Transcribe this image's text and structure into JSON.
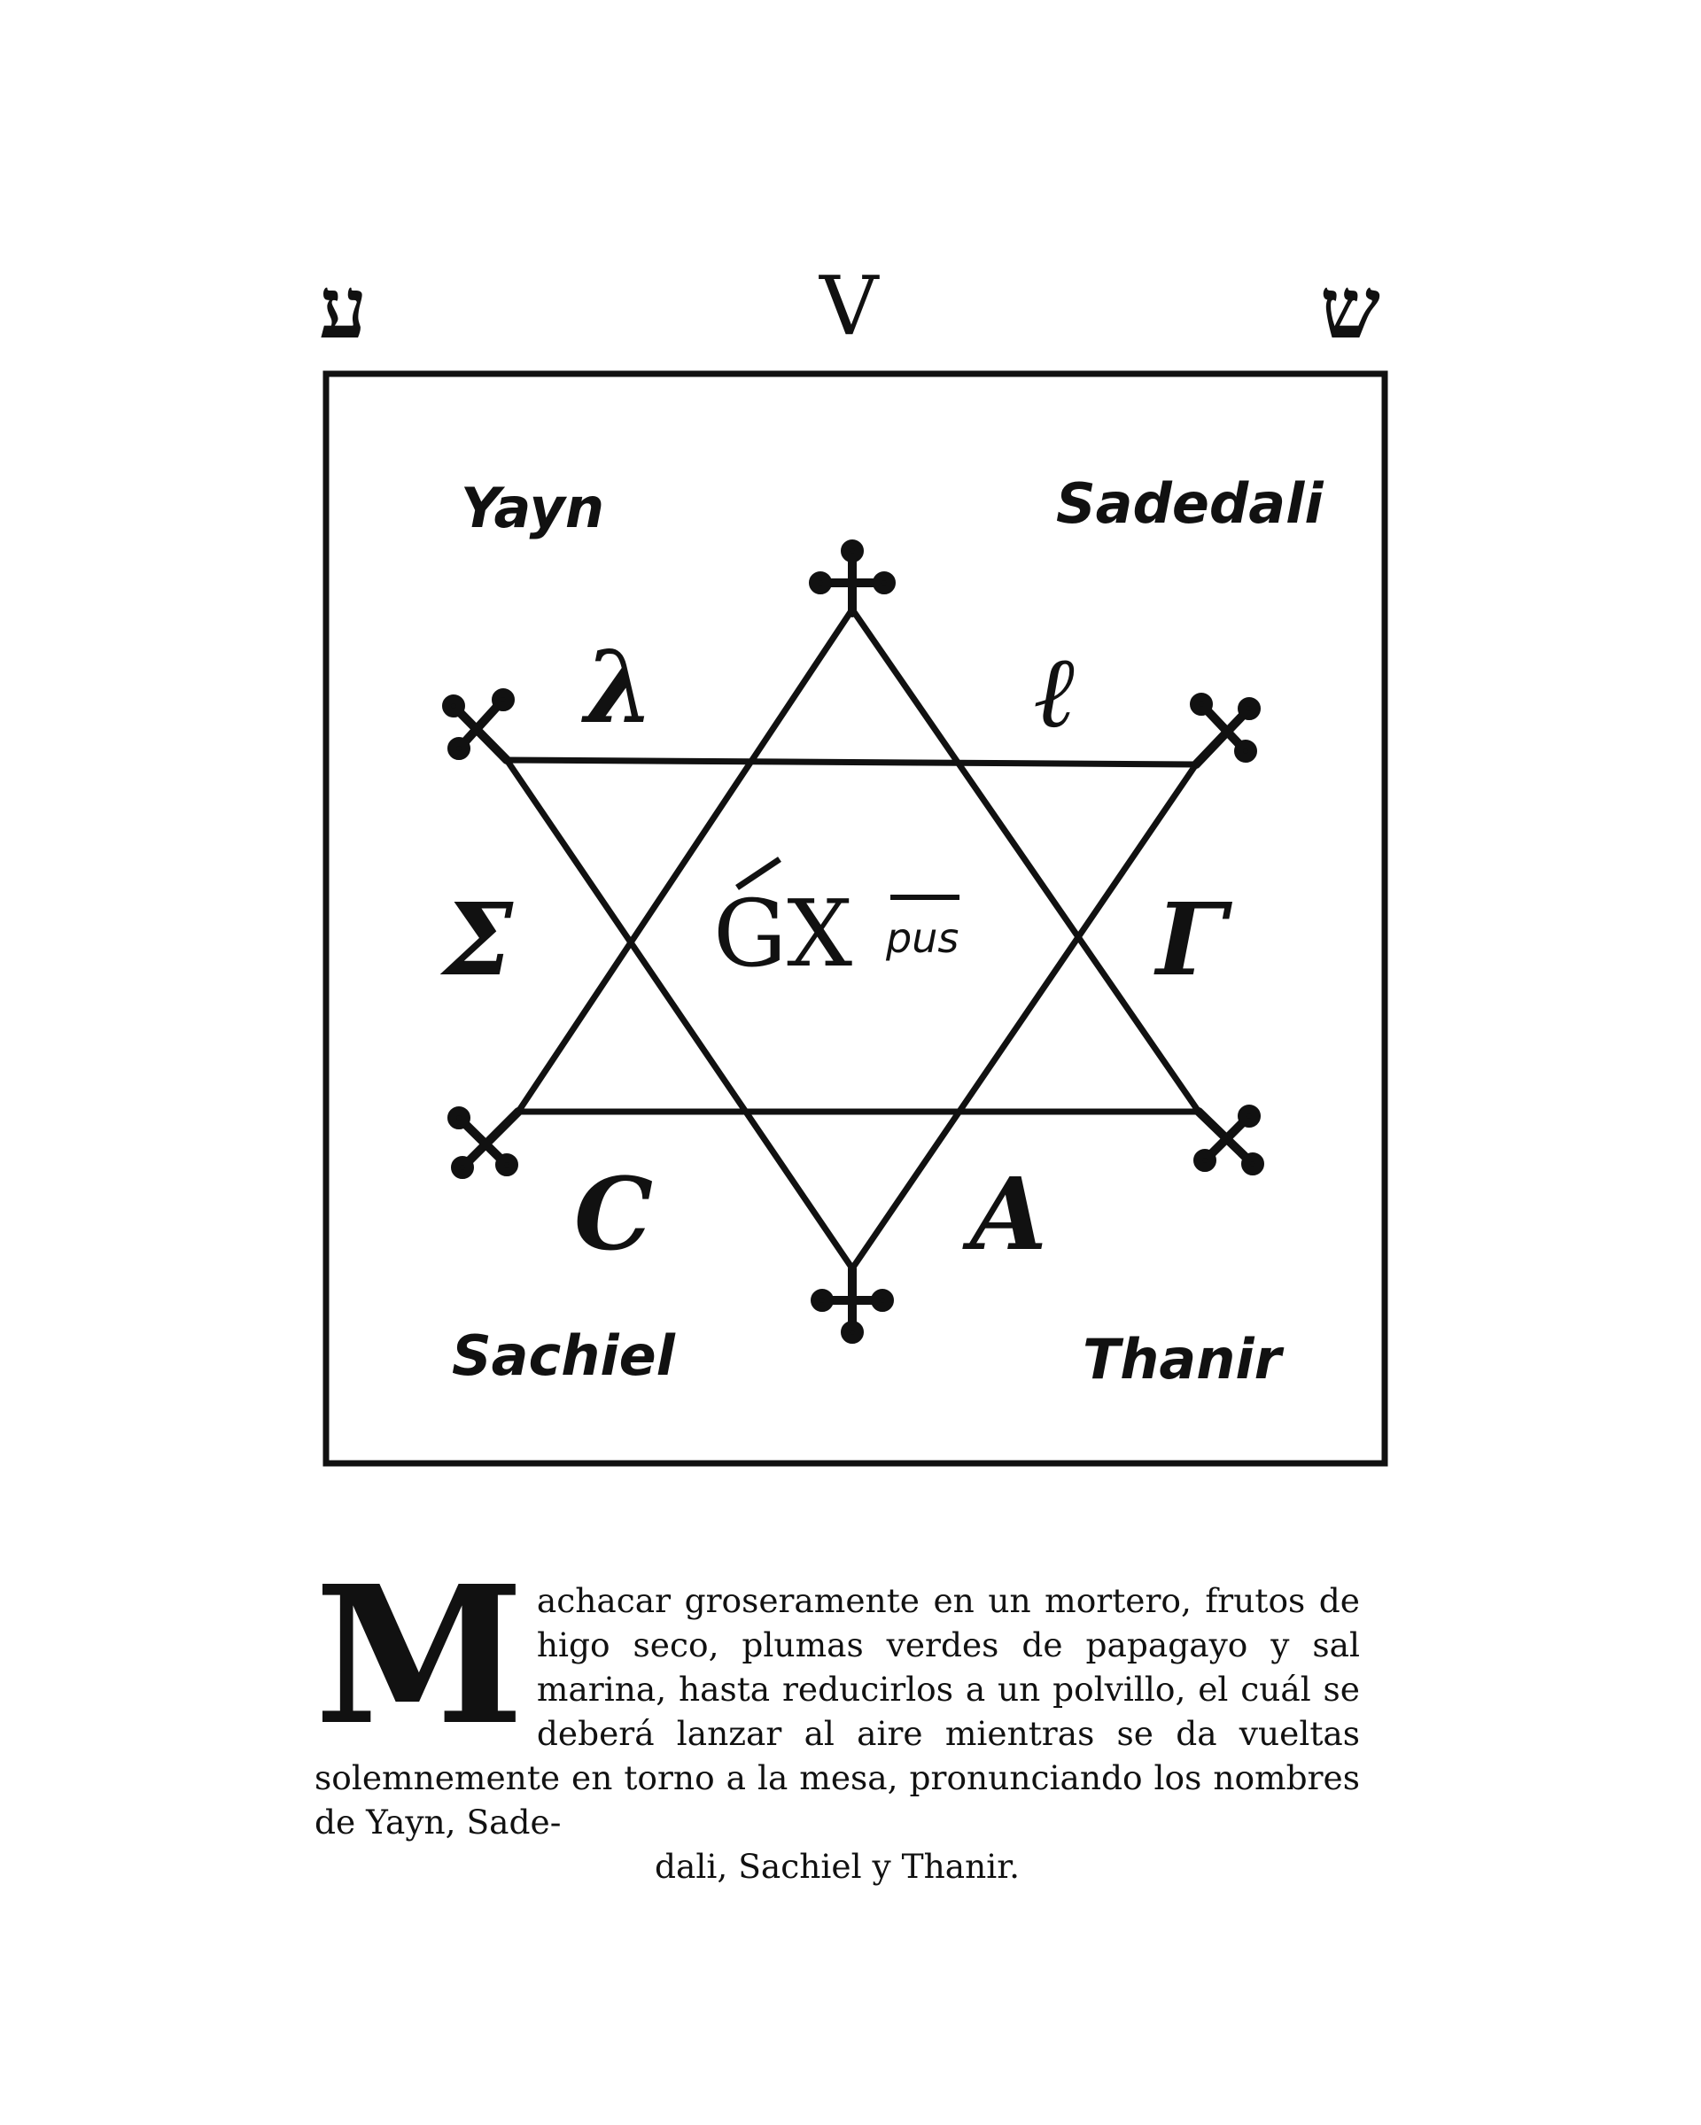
{
  "header": {
    "glyph_left": "ע",
    "glyph_center": "V",
    "glyph_right": "ש"
  },
  "seal": {
    "name_top_left": "Yayn",
    "name_top_right": "Sadedali",
    "name_bottom_left": "Sachiel",
    "name_bottom_right": "Thanir",
    "letter_upper_left": "λ",
    "letter_upper_right": "ℓ",
    "letter_left": "Σ",
    "letter_right": "Γ",
    "letter_lower_left": "C",
    "letter_lower_right": "A",
    "center_main": "GX",
    "center_small": "pus"
  },
  "recipe": {
    "drop_cap": "M",
    "body": "achacar groseramente en un mortero, frutos de higo seco, plumas verdes de papagayo y sal marina, hasta reducirlos a un polvillo, el cuál se deberá lanzar al aire mientras se da vueltas solemnemente en torno a la mesa, pronunciando los nombres de Yayn, Sade-",
    "last_line": "dali, Sachiel y Thanir."
  }
}
